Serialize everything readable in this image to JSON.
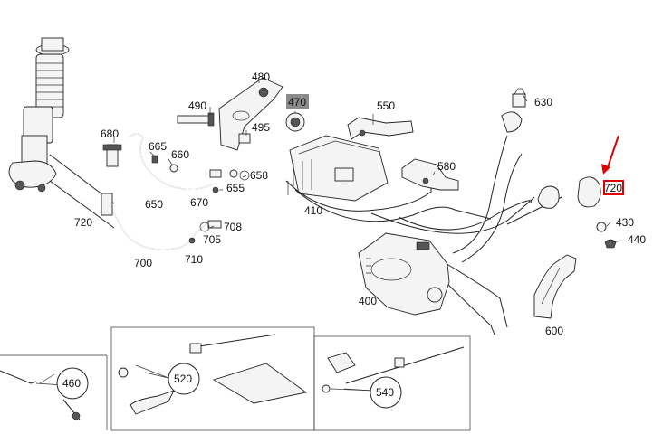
{
  "callouts": {
    "c480": "480",
    "c470": "470",
    "c490": "490",
    "c495": "495",
    "c550": "550",
    "c630": "630",
    "c680": "680",
    "c665": "665",
    "c660": "660",
    "c658": "658",
    "c655": "655",
    "c670": "670",
    "c650": "650",
    "c580": "580",
    "c720": "720",
    "c720_highlight": "720",
    "c708": "708",
    "c705": "705",
    "c710": "710",
    "c700": "700",
    "c410": "410",
    "c430": "430",
    "c440": "440",
    "c400": "400",
    "c600": "600",
    "c460": "460",
    "c520": "520",
    "c540": "540"
  },
  "colors": {
    "highlight_box": "#e00000",
    "arrow": "#e00000",
    "badge_470": "#8a8a8a"
  }
}
